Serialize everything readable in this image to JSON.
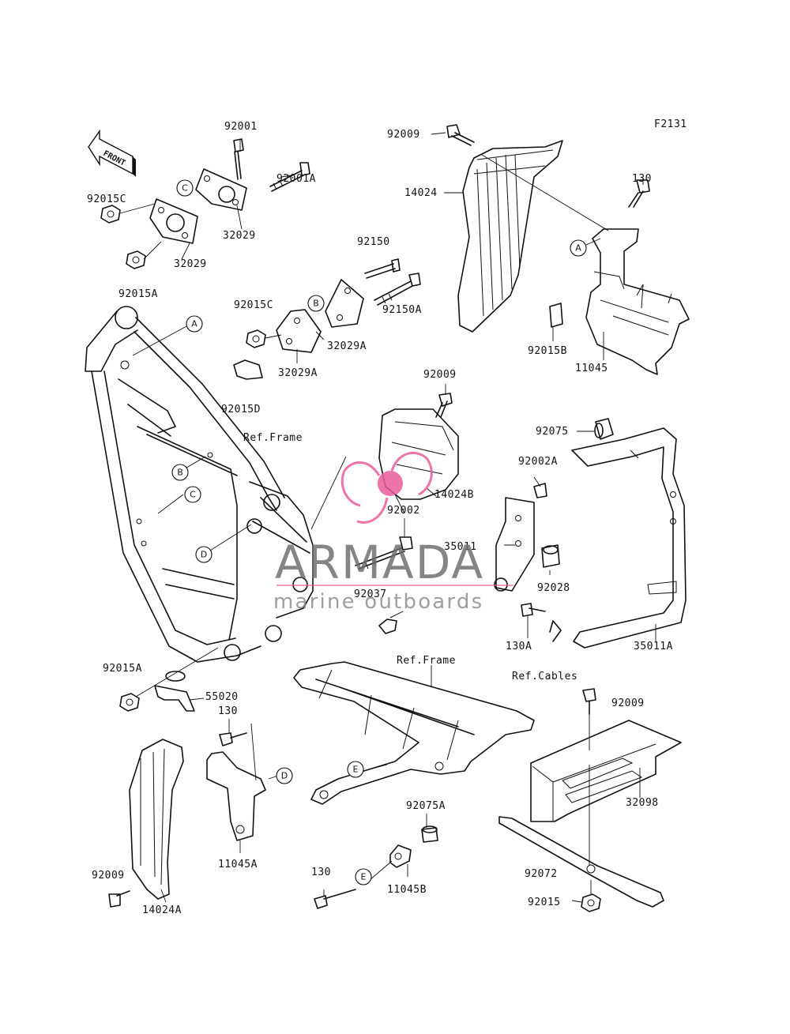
{
  "figure_code": "F2131",
  "front_label": "FRONT",
  "watermark": {
    "title": "ARMADA",
    "subtitle": "marine outboards",
    "logo_color": "#e85c9a",
    "text_color": "#6b6b6b"
  },
  "callout_letters": {
    "A1": "A",
    "A2": "A",
    "B1": "B",
    "B2": "B",
    "C1": "C",
    "C2": "C",
    "D1": "D",
    "D2": "D",
    "E1": "E",
    "E2": "E"
  },
  "refs": {
    "frame_top": "Ref.Frame",
    "frame_bottom": "Ref.Frame",
    "cables": "Ref.Cables"
  },
  "labels": {
    "p92001": "92001",
    "p92001A": "92001A",
    "p92015C_top": "92015C",
    "p32029_a": "32029",
    "p32029_b": "32029",
    "p92015A_top": "92015A",
    "p92150": "92150",
    "p92150A": "92150A",
    "p92015C_mid": "92015C",
    "p32029A_a": "32029A",
    "p32029A_b": "32029A",
    "p92015D": "92015D",
    "p92009_top": "92009",
    "p14024": "14024",
    "p130_top": "130",
    "p92015B": "92015B",
    "p11045": "11045",
    "p92009_mid": "92009",
    "p14024B": "14024B",
    "p92002": "92002",
    "p92075": "92075",
    "p92002A": "92002A",
    "p35011": "35011",
    "p92028": "92028",
    "p92037": "92037",
    "p130A": "130A",
    "p35011A": "35011A",
    "p92015A_low": "92015A",
    "p55020": "55020",
    "p130_mid": "130",
    "p11045A": "11045A",
    "p92009_bot_left": "92009",
    "p14024A": "14024A",
    "p92075A": "92075A",
    "p130_bot": "130",
    "p11045B": "11045B",
    "p92009_right": "92009",
    "p32098": "32098",
    "p92072": "92072",
    "p92015": "92015"
  }
}
